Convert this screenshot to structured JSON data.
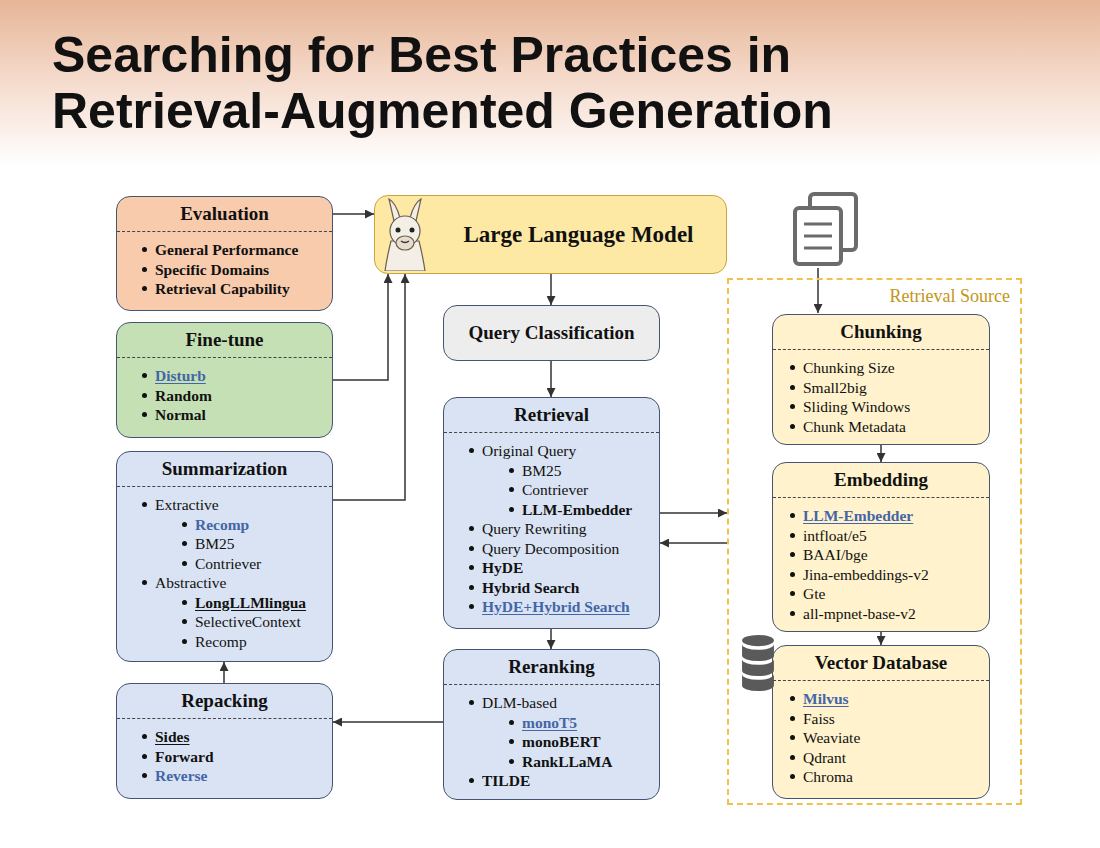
{
  "diagram": {
    "title": "Searching for Best Practices in Retrieval-Augmented Generation",
    "nodes": [
      {
        "text": [
          "Evaluation",
          "General Performance",
          "Specific Domains",
          "Retrieval Capability"
        ]
      },
      {
        "text": [
          "Fine-tune",
          "Disturb",
          "Random",
          "Normal"
        ]
      },
      {
        "text": [
          "Summarization",
          "Extractive",
          "Recomp",
          "BM25",
          "Contriever",
          "Abstractive",
          "LongLLMlingua",
          "SelectiveContext",
          "Recomp"
        ]
      },
      {
        "text": [
          "Repacking",
          "Sides",
          "Forward",
          "Reverse"
        ]
      },
      {
        "text": [
          "Large Language Model"
        ]
      },
      {
        "text": [
          "Query Classification"
        ]
      },
      {
        "text": [
          "Retrieval",
          "Original Query",
          "BM25",
          "Contriever",
          "LLM-Embedder",
          "Query Rewriting",
          "Query Decomposition",
          "HyDE",
          "Hybrid Search",
          "HyDE+Hybrid Search"
        ]
      },
      {
        "text": [
          "Reranking",
          "DLM-based",
          "monoT5",
          "monoBERT",
          "RankLLaMA",
          "TILDE"
        ]
      },
      {
        "text": [
          "Retrieval Source"
        ]
      },
      {
        "text": [
          "Chunking",
          "Chunking Size",
          "Small2big",
          "Sliding Windows",
          "Chunk Metadata"
        ],
        "in": 8
      },
      {
        "text": [
          "Embedding",
          "LLM-Embedder",
          "intfloat/e5",
          "BAAI/bge",
          "Jina-embeddings-v2",
          "Gte",
          "all-mpnet-base-v2"
        ],
        "in": 8
      },
      {
        "text": [
          "Vector Database",
          "Milvus",
          "Faiss",
          "Weaviate",
          "Qdrant",
          "Chroma"
        ],
        "in": 8
      }
    ],
    "edges": [
      {
        "from": 0,
        "to": 4,
        "arrow": "to"
      },
      {
        "from": 1,
        "to": 4,
        "arrow": "to"
      },
      {
        "from": 2,
        "to": 4,
        "arrow": "to"
      },
      {
        "from": 3,
        "to": 2,
        "arrow": "to"
      },
      {
        "from": 4,
        "to": 5,
        "arrow": "to"
      },
      {
        "from": 5,
        "to": 6,
        "arrow": "to"
      },
      {
        "from": 6,
        "to": 7,
        "arrow": "to"
      },
      {
        "from": 7,
        "to": 3,
        "arrow": "to"
      },
      {
        "from": 6,
        "to": 8,
        "arrow": "to"
      },
      {
        "from": 8,
        "to": 6,
        "arrow": "to"
      },
      {
        "from": 9,
        "to": 10,
        "arrow": "to"
      },
      {
        "from": 10,
        "to": 11,
        "arrow": "to"
      }
    ]
  }
}
